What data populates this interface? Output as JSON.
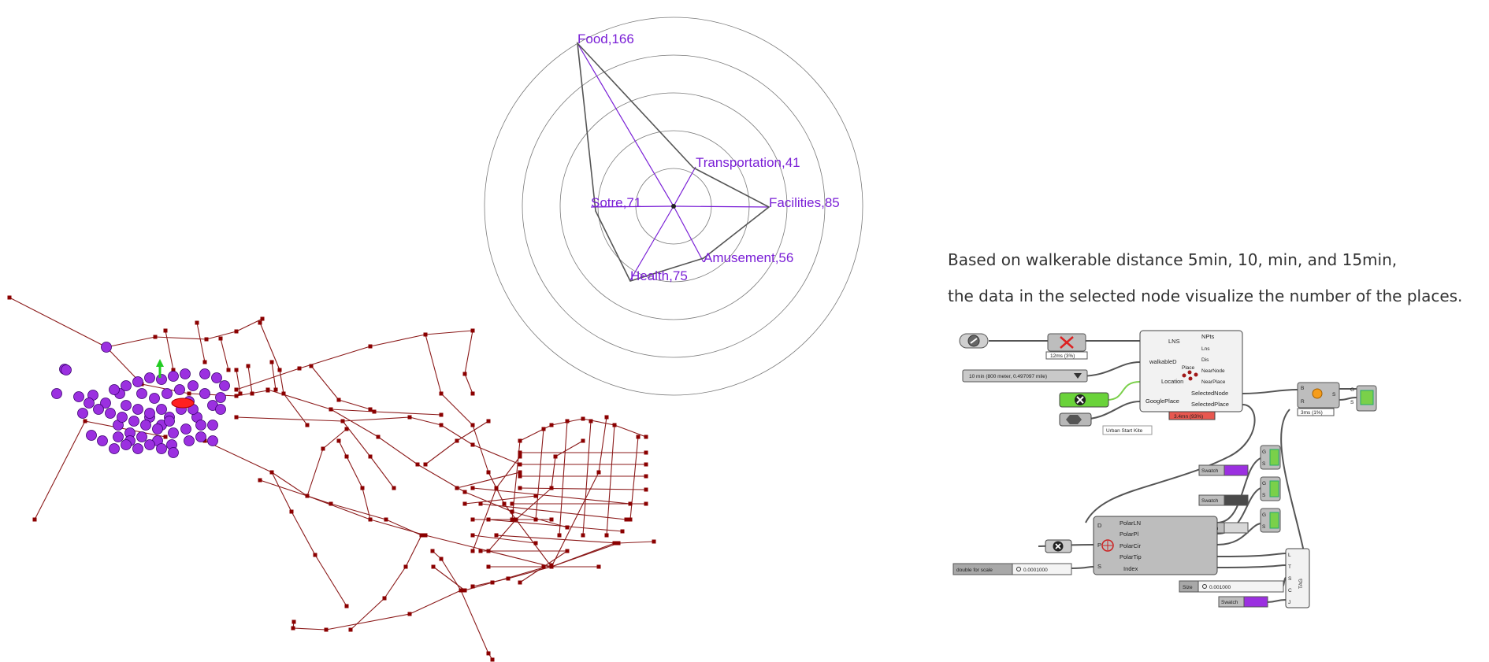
{
  "radar": {
    "categories": [
      {
        "name": "Food",
        "value": 166,
        "label": "Food,166"
      },
      {
        "name": "Transportation",
        "value": 41,
        "label": "Transportation,41"
      },
      {
        "name": "Facilities",
        "value": 85,
        "label": "Facilities,85"
      },
      {
        "name": "Amusement",
        "value": 56,
        "label": "Amusement,56"
      },
      {
        "name": "Health",
        "value": 75,
        "label": "Health,75"
      },
      {
        "name": "Sotre",
        "value": 71,
        "label": "Sotre,71"
      }
    ],
    "ring_count": 5,
    "accent_color": "#7a1fd6"
  },
  "note": {
    "line1": "Based on walkerable distance 5min, 10, min, and 15min,",
    "line2": "the data in the selected node visualize the number of the places."
  },
  "network": {
    "edge_color": "#8b1a1a",
    "node_color": "#8b0000",
    "place_color": "#9b30e0",
    "highlight_color": "#ff2020",
    "gizmo_color": "#22cc22"
  },
  "grasshopper": {
    "lns": {
      "title": "LNS",
      "inputs": [
        "walkableD",
        "Location",
        "GooglePlace"
      ],
      "outputs": [
        "NPts",
        "Lns",
        "Dis",
        "NearNode",
        "NearPlace",
        "SelectedNode",
        "SelectedPlace"
      ],
      "center_label": "Place",
      "timer": "3.4mn (93%)",
      "tag": "Urban Start Kite"
    },
    "rule_timer": "12ms (3%)",
    "walk_slider": "10 min (800 meter, 0.497097 mile)",
    "orb_timer": "3ms (1%)",
    "polar": {
      "inputs": [
        "D",
        "P",
        "S"
      ],
      "outputs": [
        "PolarLN",
        "PolarPl",
        "PolarCir",
        "PolarTip",
        "Index"
      ]
    },
    "swatch_label": "Swatch",
    "scale_label": "double for scale",
    "scale_value": "0.0001000",
    "size_label": "Size",
    "size_value": "0.001000",
    "tag_inputs": [
      "L",
      "T",
      "S",
      "C",
      "J"
    ],
    "tag_name": "TAG",
    "preview_ports": [
      "G",
      "S"
    ],
    "orb_ports": [
      "B",
      "R",
      "S"
    ],
    "colors": {
      "purple": "#9b30e0",
      "dark": "#4a4a4a",
      "light": "#d8d8d8",
      "green": "#6ad33a",
      "red": "#e8574f"
    }
  }
}
